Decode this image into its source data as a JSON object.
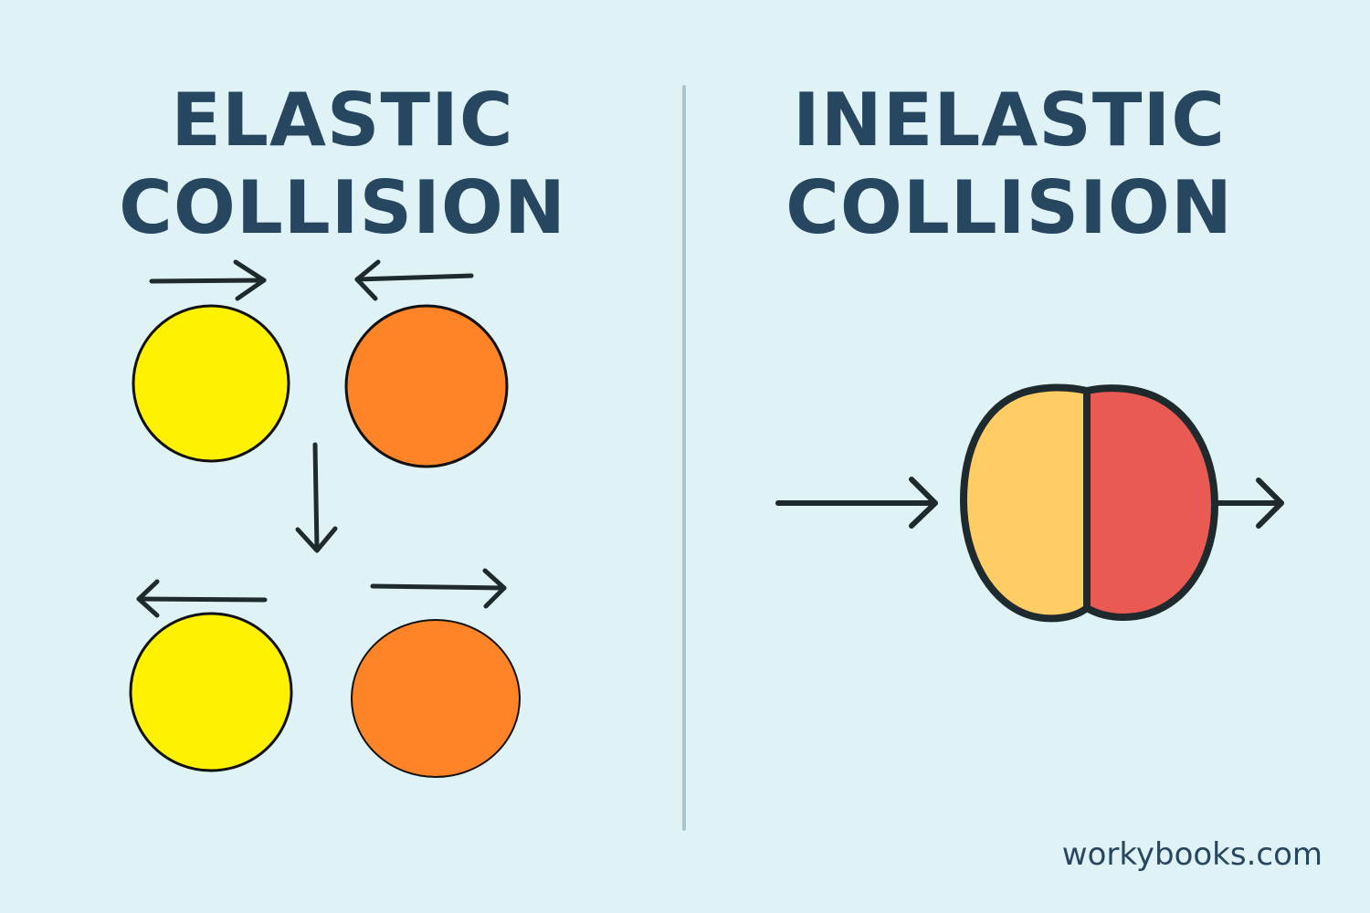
{
  "left_panel": {
    "title_line1": "ELASTIC",
    "title_line2": "COLLISION"
  },
  "right_panel": {
    "title_line1": "INELASTIC",
    "title_line2": "COLLISION"
  },
  "watermark": "workybooks.com",
  "colors": {
    "background": "#dff2f5",
    "divider": "#a9c6cf",
    "text": "#274761",
    "outline": "#1f2a2e",
    "ball_yellow": "#fff200",
    "ball_orange": "#ff8427",
    "merged_left": "#ffcd63",
    "merged_right": "#e85a52"
  }
}
